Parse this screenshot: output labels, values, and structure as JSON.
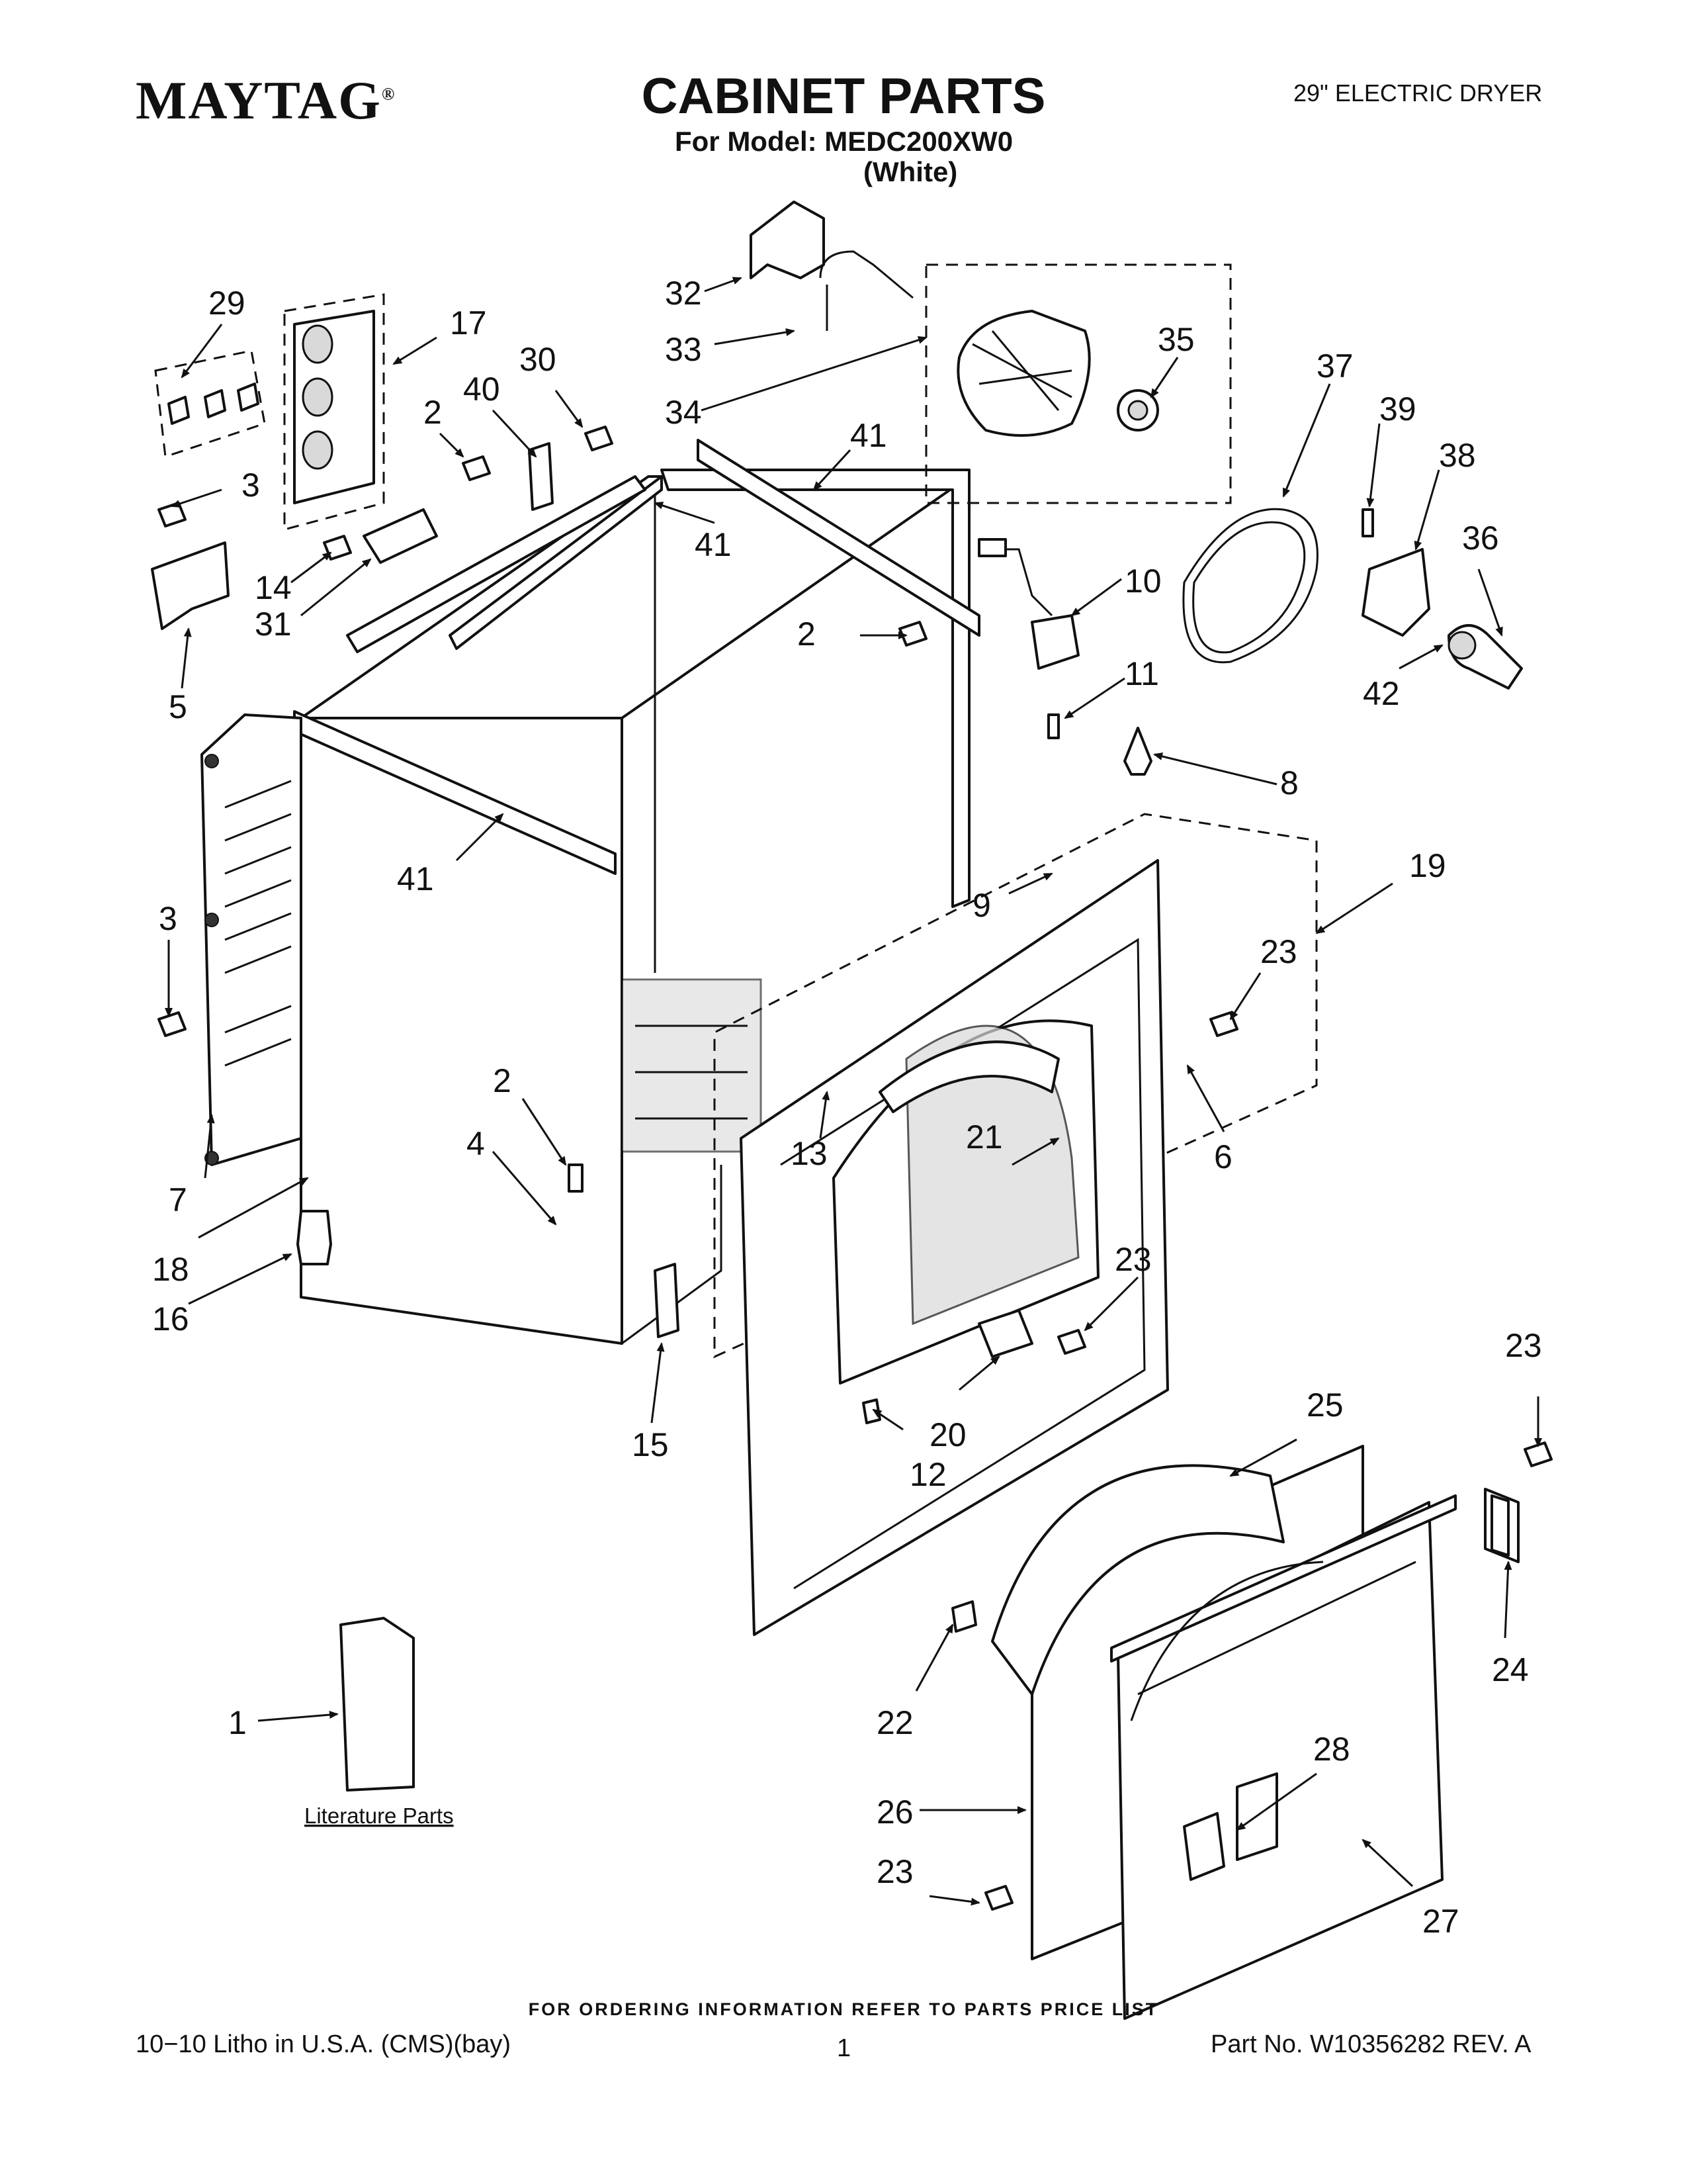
{
  "header": {
    "brand": "MAYTAG",
    "brand_mark": "®",
    "title": "CABINET PARTS",
    "model_line": "For Model: MEDC200XW0",
    "color_line": "(White)",
    "product": "29\" ELECTRIC DRYER"
  },
  "literature_label": "Literature Parts",
  "callouts": [
    {
      "id": "c29",
      "text": "29"
    },
    {
      "id": "c17",
      "text": "17"
    },
    {
      "id": "c2a",
      "text": "2"
    },
    {
      "id": "c40",
      "text": "40"
    },
    {
      "id": "c30",
      "text": "30"
    },
    {
      "id": "c3a",
      "text": "3"
    },
    {
      "id": "c14",
      "text": "14"
    },
    {
      "id": "c31",
      "text": "31"
    },
    {
      "id": "c5",
      "text": "5"
    },
    {
      "id": "c41a",
      "text": "41"
    },
    {
      "id": "c41b",
      "text": "41"
    },
    {
      "id": "c41c",
      "text": "41"
    },
    {
      "id": "c32",
      "text": "32"
    },
    {
      "id": "c33",
      "text": "33"
    },
    {
      "id": "c34",
      "text": "34"
    },
    {
      "id": "c35",
      "text": "35"
    },
    {
      "id": "c37",
      "text": "37"
    },
    {
      "id": "c39",
      "text": "39"
    },
    {
      "id": "c38",
      "text": "38"
    },
    {
      "id": "c36",
      "text": "36"
    },
    {
      "id": "c42",
      "text": "42"
    },
    {
      "id": "c10",
      "text": "10"
    },
    {
      "id": "c11",
      "text": "11"
    },
    {
      "id": "c2b",
      "text": "2"
    },
    {
      "id": "c8",
      "text": "8"
    },
    {
      "id": "c19",
      "text": "19"
    },
    {
      "id": "c9",
      "text": "9"
    },
    {
      "id": "c23a",
      "text": "23"
    },
    {
      "id": "c6",
      "text": "6"
    },
    {
      "id": "c21",
      "text": "21"
    },
    {
      "id": "c13",
      "text": "13"
    },
    {
      "id": "c3b",
      "text": "3"
    },
    {
      "id": "c7",
      "text": "7"
    },
    {
      "id": "c2c",
      "text": "2"
    },
    {
      "id": "c4",
      "text": "4"
    },
    {
      "id": "c18",
      "text": "18"
    },
    {
      "id": "c16",
      "text": "16"
    },
    {
      "id": "c15",
      "text": "15"
    },
    {
      "id": "c23b",
      "text": "23"
    },
    {
      "id": "c20",
      "text": "20"
    },
    {
      "id": "c12",
      "text": "12"
    },
    {
      "id": "c25",
      "text": "25"
    },
    {
      "id": "c23c",
      "text": "23"
    },
    {
      "id": "c24",
      "text": "24"
    },
    {
      "id": "c22",
      "text": "22"
    },
    {
      "id": "c28",
      "text": "28"
    },
    {
      "id": "c26",
      "text": "26"
    },
    {
      "id": "c23d",
      "text": "23"
    },
    {
      "id": "c27",
      "text": "27"
    },
    {
      "id": "c1",
      "text": "1"
    }
  ],
  "footer": {
    "ordering_note": "FOR ORDERING INFORMATION REFER TO PARTS PRICE LIST",
    "litho": "10−10 Litho in U.S.A. (CMS)(bay)",
    "page": "1",
    "part_no": "Part No. W10356282 REV. A"
  }
}
